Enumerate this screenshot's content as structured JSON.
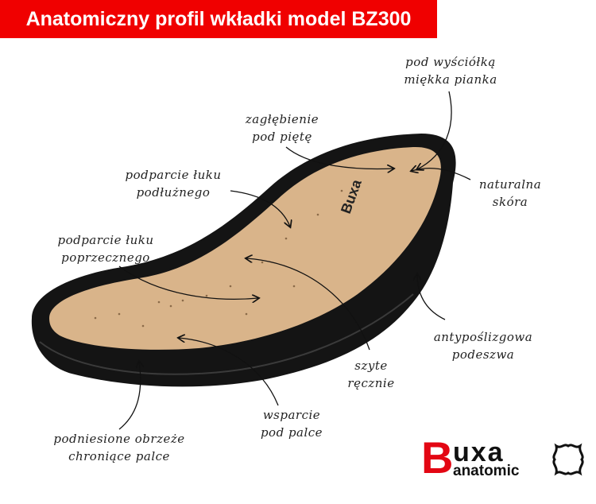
{
  "title": "Anatomiczny profil wkładki model BZ300",
  "colors": {
    "banner": "#f00000",
    "brand_red": "#e30613",
    "insole": "#d9b48a",
    "shoe": "#141414"
  },
  "labels": [
    {
      "line1": "pod wyściółką",
      "line2": "miękka pianka"
    },
    {
      "line1": "zagłębienie",
      "line2": "pod piętę"
    },
    {
      "line1": "podparcie łuku",
      "line2": "podłużnego"
    },
    {
      "line1": "naturalna",
      "line2": "skóra"
    },
    {
      "line1": "podparcie łuku",
      "line2": "poprzecznego"
    },
    {
      "line1": "antypoślizgowa",
      "line2": "podeszwa"
    },
    {
      "line1": "szyte",
      "line2": "ręcznie"
    },
    {
      "line1": "wsparcie",
      "line2": "pod palce"
    },
    {
      "line1": "podniesione obrzeże",
      "line2": "chroniące palce"
    }
  ],
  "logo": {
    "brand": "Buxa",
    "sub": "anatomic",
    "icon": "leather-hide-icon"
  }
}
